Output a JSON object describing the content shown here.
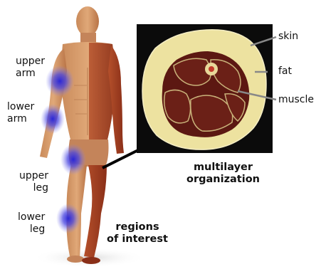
{
  "regions": [
    {
      "line1": "upper",
      "line2": "arm"
    },
    {
      "line1": "lower",
      "line2": "arm"
    },
    {
      "line1": "upper",
      "line2": "leg"
    },
    {
      "line1": "lower",
      "line2": "leg"
    }
  ],
  "layers": [
    "skin",
    "fat",
    "muscle"
  ],
  "caption_layers": {
    "line1": "multilayer",
    "line2": "organization"
  },
  "caption_regions": {
    "line1": "regions",
    "line2": "of interest"
  },
  "colors": {
    "region_marker": "#3a36d8",
    "skin_fat": "#ede2a0",
    "muscle": "#5c1812",
    "inset_bg": "#0b0b0b"
  }
}
